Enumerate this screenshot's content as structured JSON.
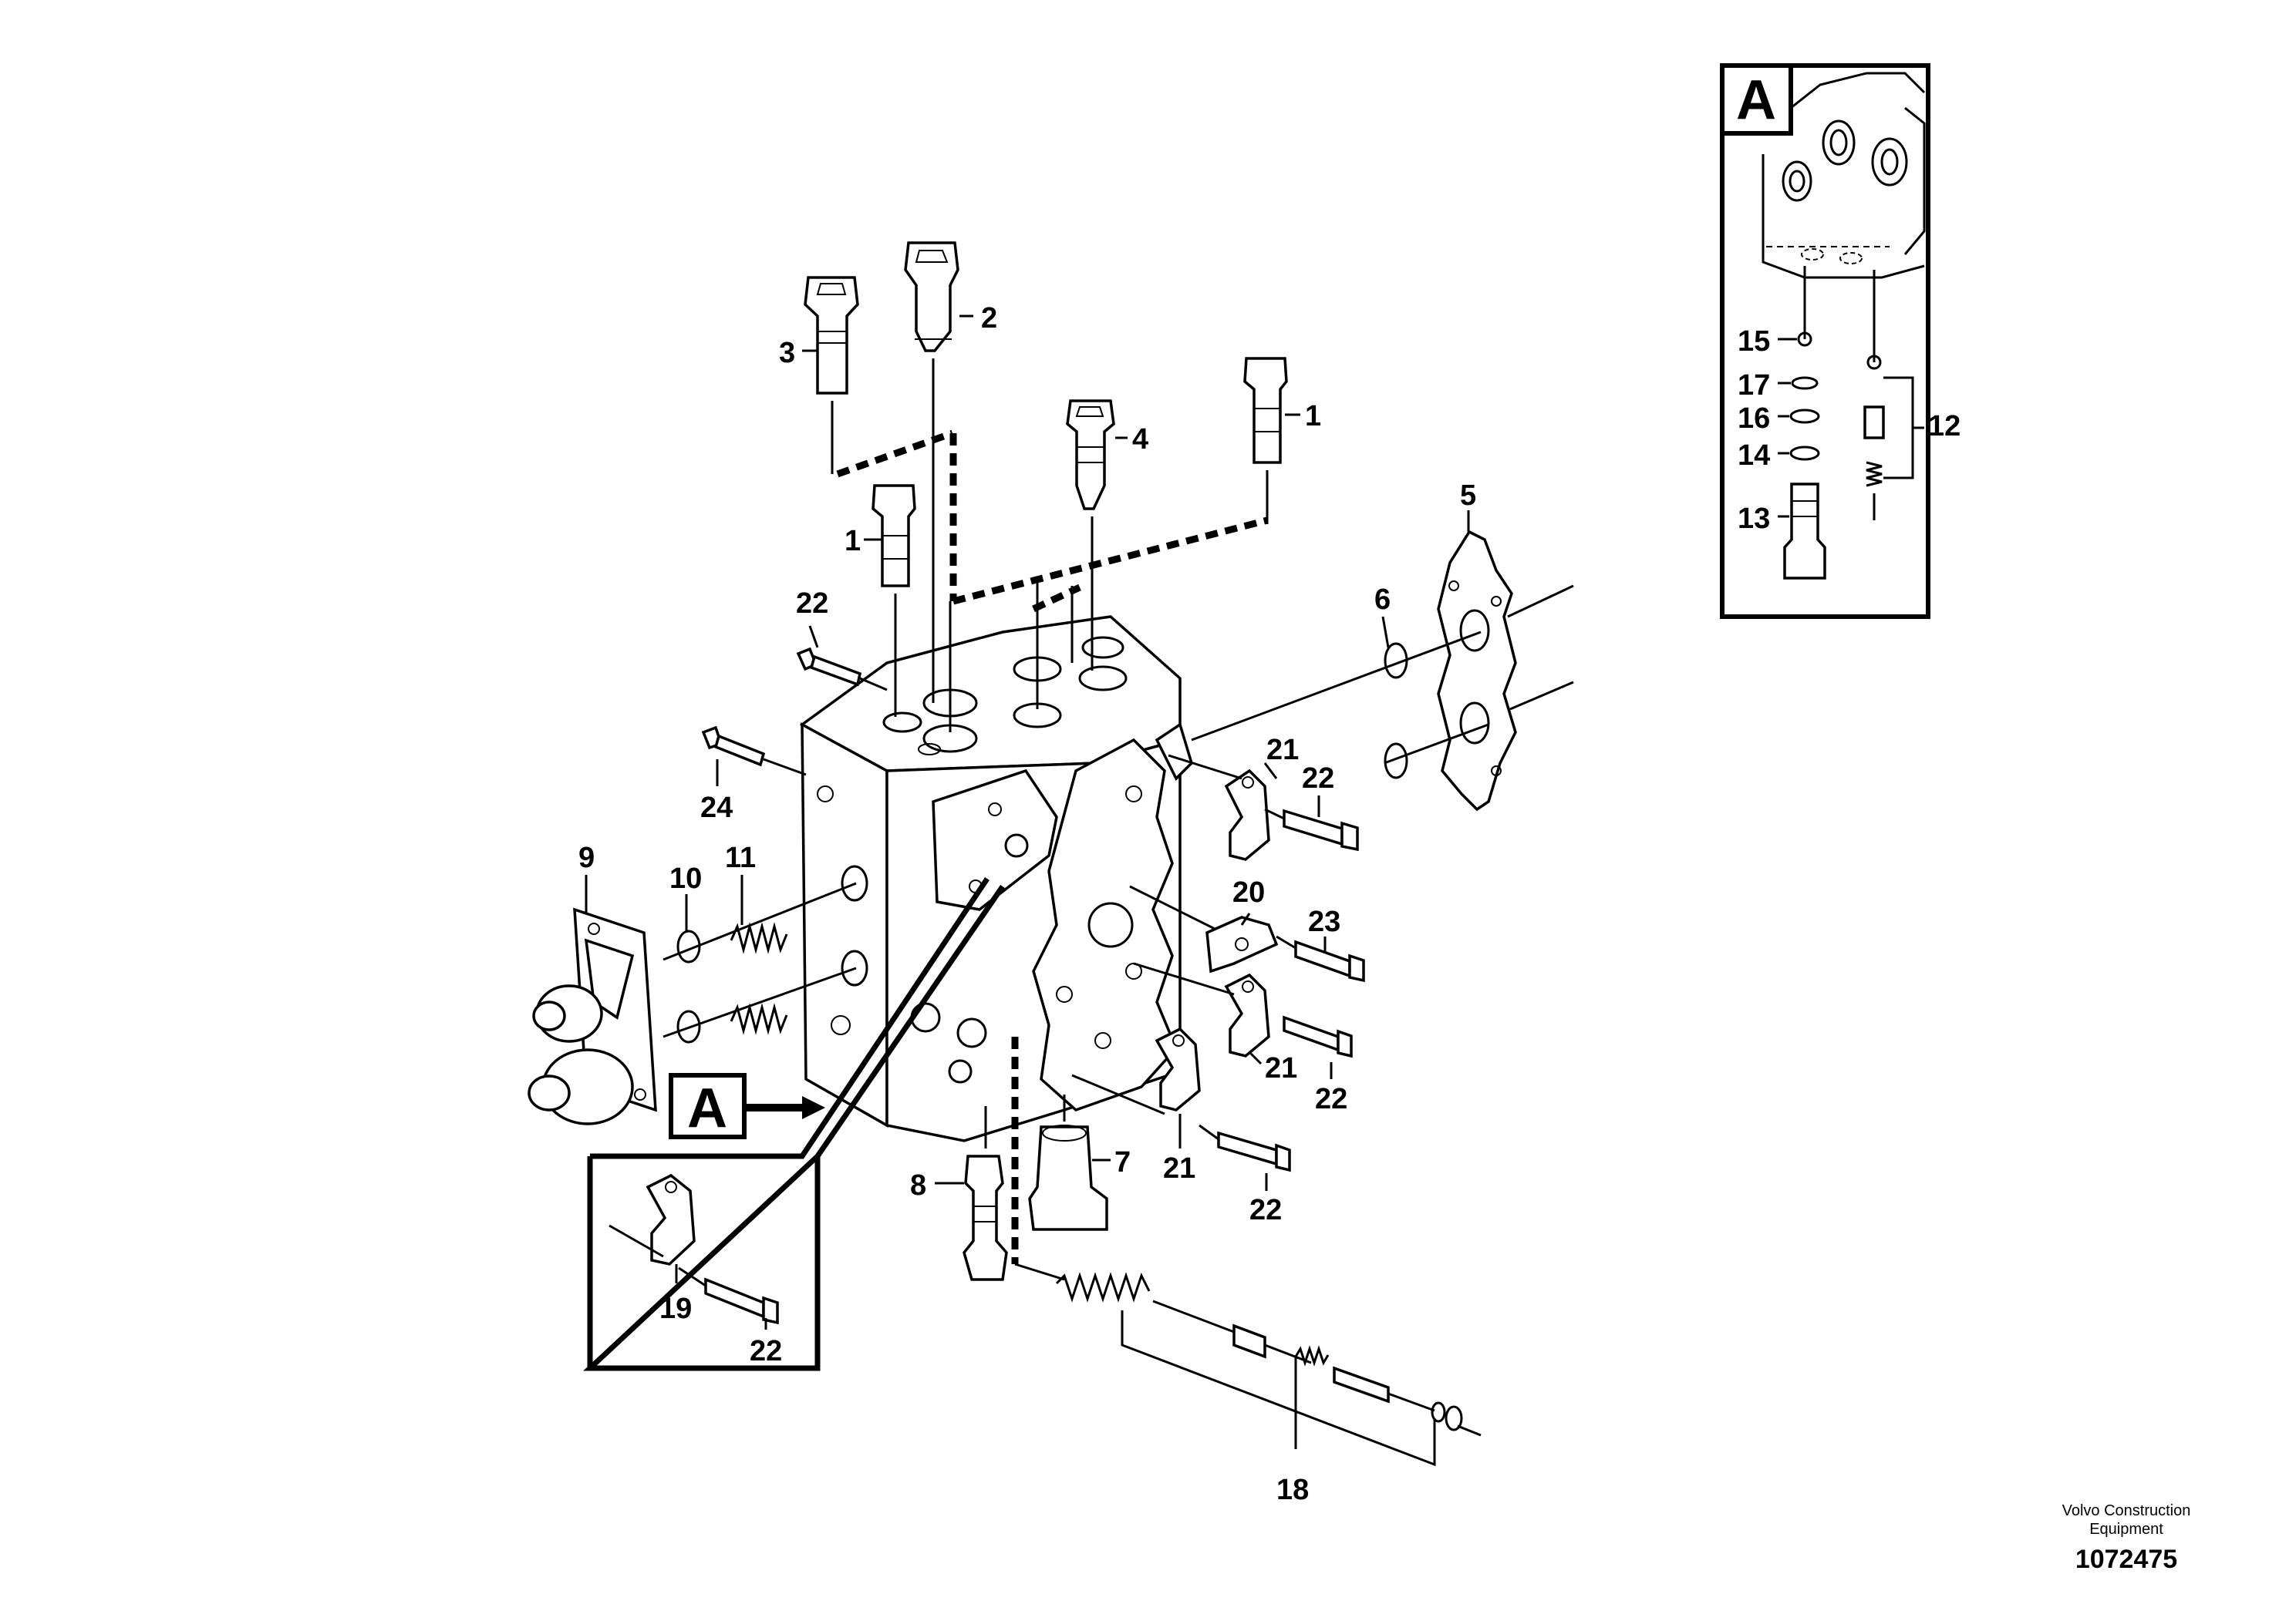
{
  "diagram": {
    "callouts": {
      "c1a": "1",
      "c1b": "1",
      "c2": "2",
      "c3": "3",
      "c4": "4",
      "c5": "5",
      "c6": "6",
      "c7": "7",
      "c8": "8",
      "c9": "9",
      "c10": "10",
      "c11": "11",
      "c12": "12",
      "c13": "13",
      "c14": "14",
      "c15": "15",
      "c16": "16",
      "c17": "17",
      "c18": "18",
      "c19": "19",
      "c20": "20",
      "c21a": "21",
      "c21b": "21",
      "c21c": "21",
      "c22a": "22",
      "c22b": "22",
      "c22c": "22",
      "c22d": "22",
      "c22e": "22",
      "c23": "23",
      "c24": "24"
    },
    "detail_flag_label": "A",
    "inset_label": "A"
  },
  "footer": {
    "company_line1": "Volvo Construction",
    "company_line2": "Equipment",
    "doc_number": "1072475"
  }
}
